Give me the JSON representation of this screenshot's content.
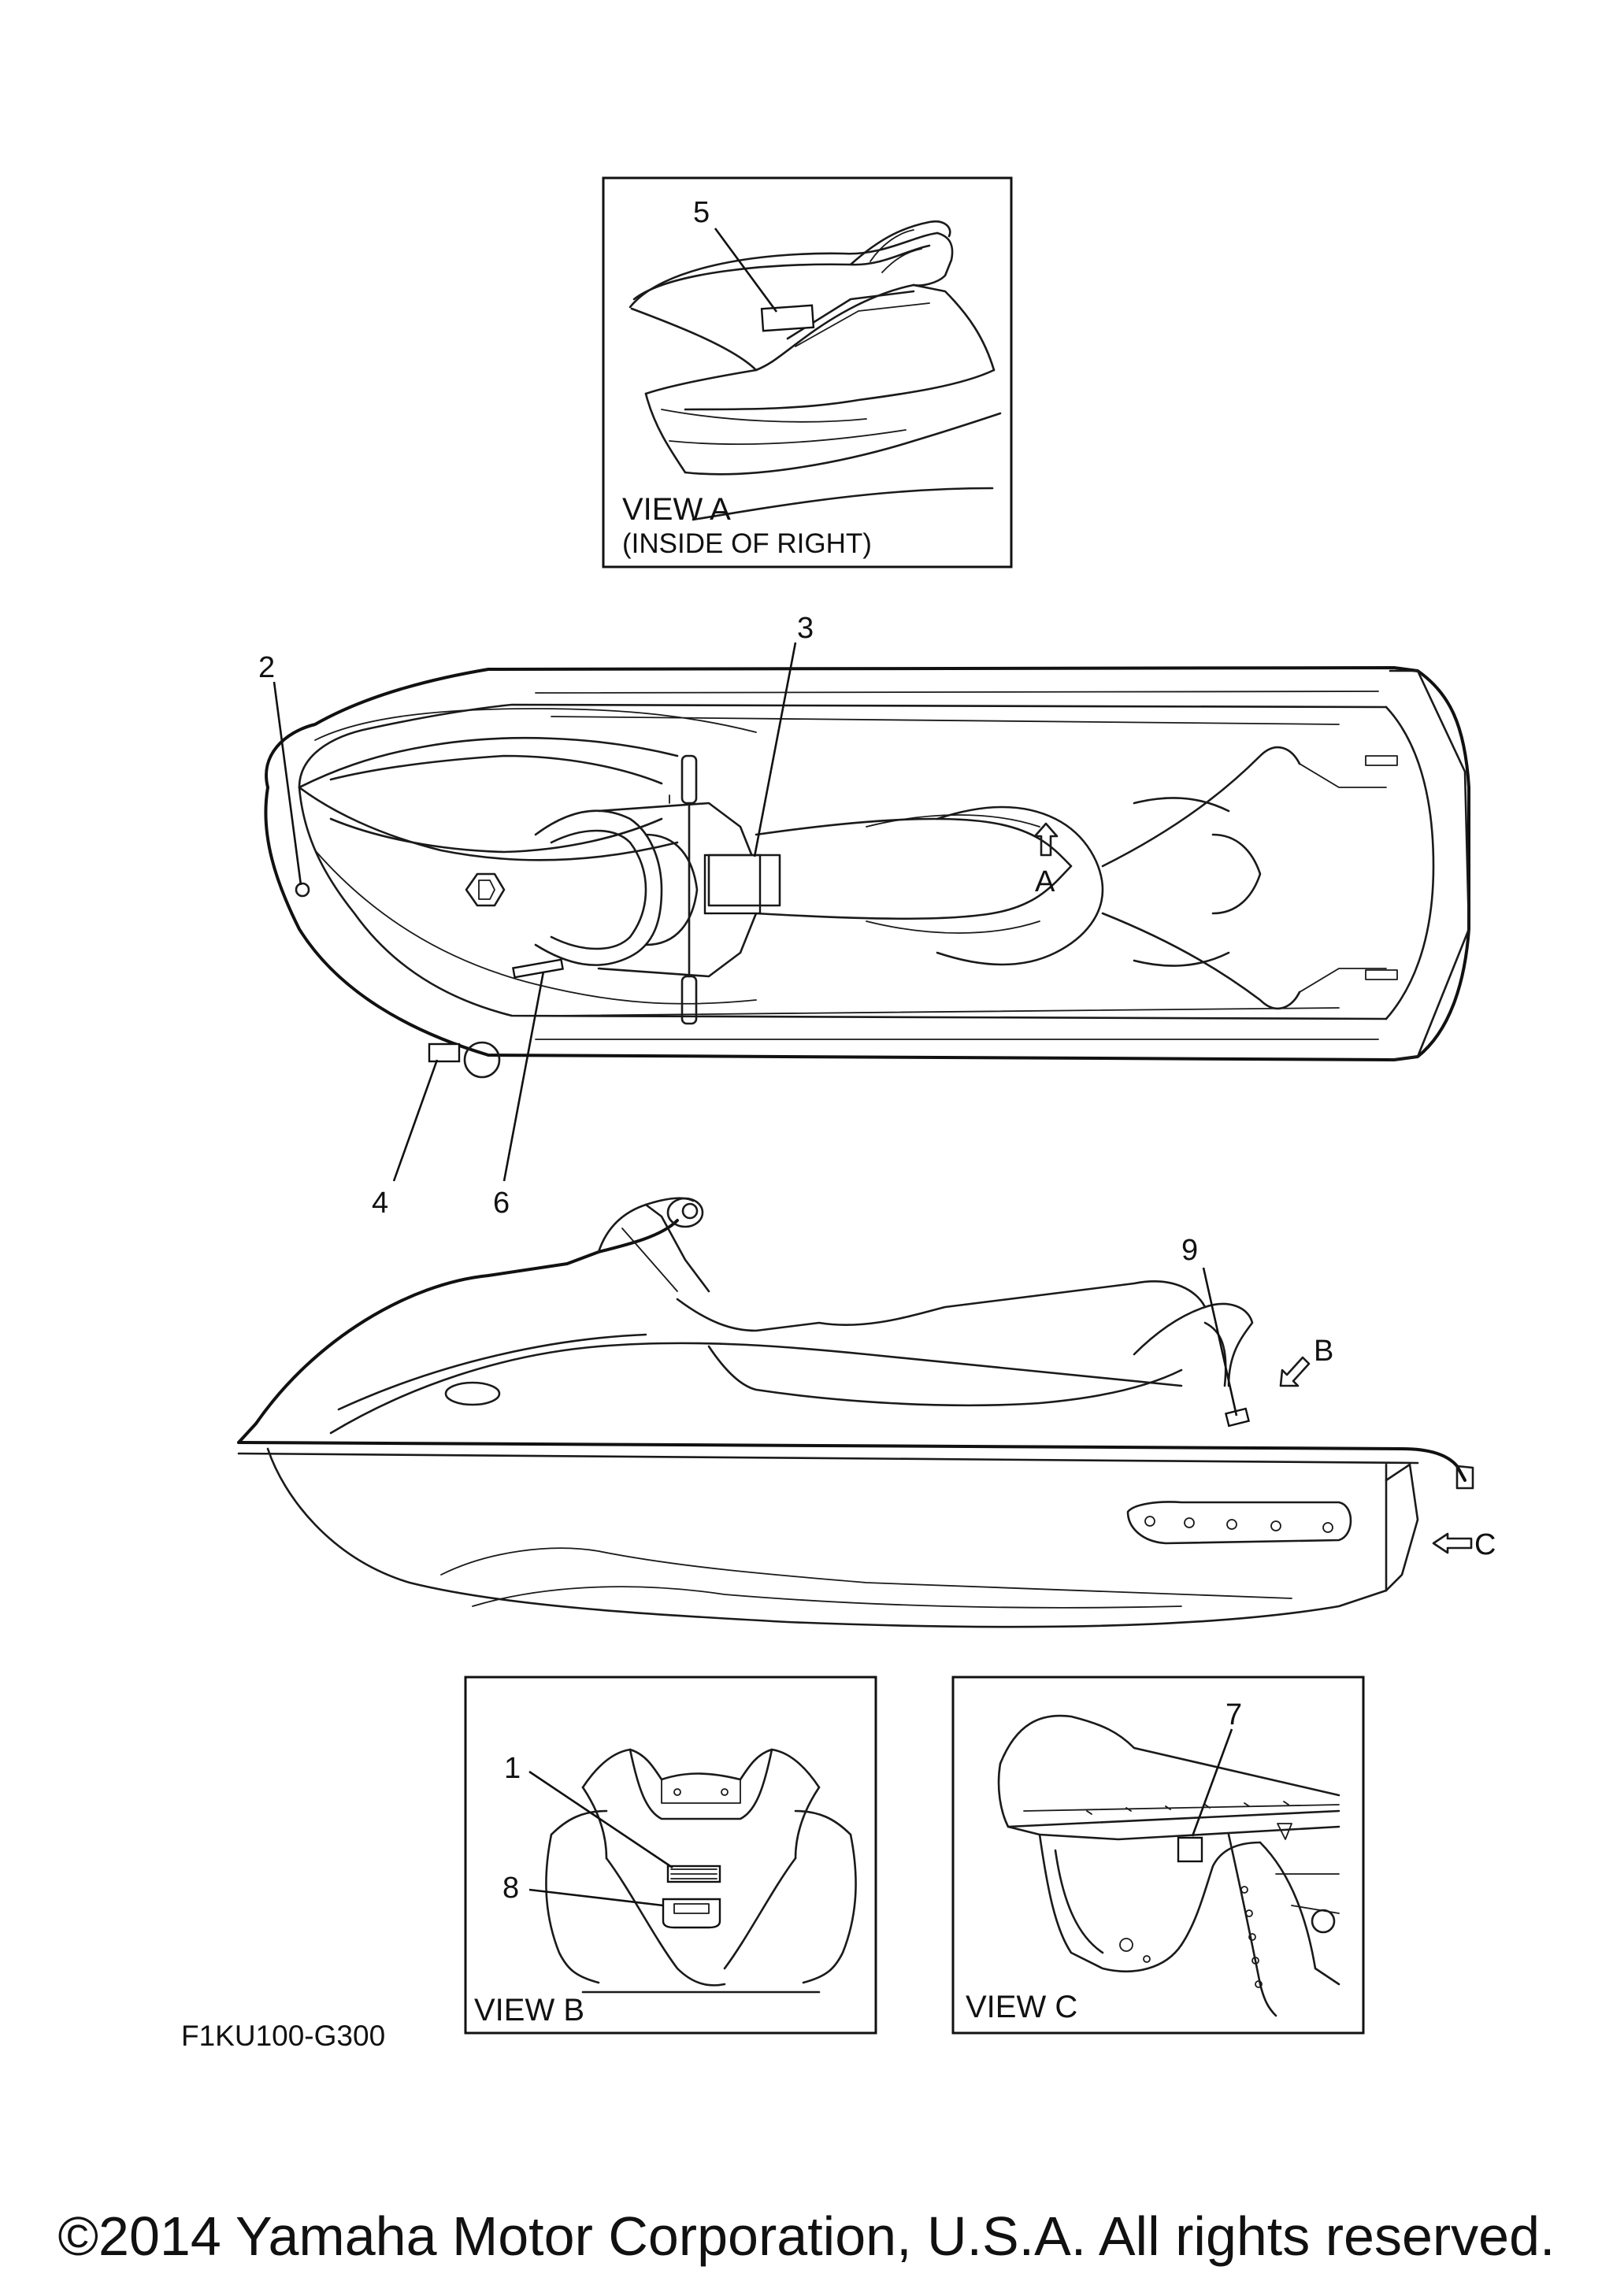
{
  "view_a": {
    "title": "VIEW A",
    "subtitle": "(INSIDE OF RIGHT)",
    "callouts": [
      "5"
    ]
  },
  "top_view": {
    "callouts": [
      "2",
      "3",
      "4",
      "6"
    ],
    "arrow_label": "A"
  },
  "side_view": {
    "callouts": [
      "9"
    ],
    "arrow_b_label": "B",
    "arrow_c_label": "C"
  },
  "view_b": {
    "title": "VIEW B",
    "callouts": [
      "1",
      "8"
    ]
  },
  "view_c": {
    "title": "VIEW C",
    "callouts": [
      "7"
    ]
  },
  "diagram_code": "F1KU100-G300",
  "copyright": "©2014 Yamaha Motor Corporation, U.S.A. All rights reserved."
}
